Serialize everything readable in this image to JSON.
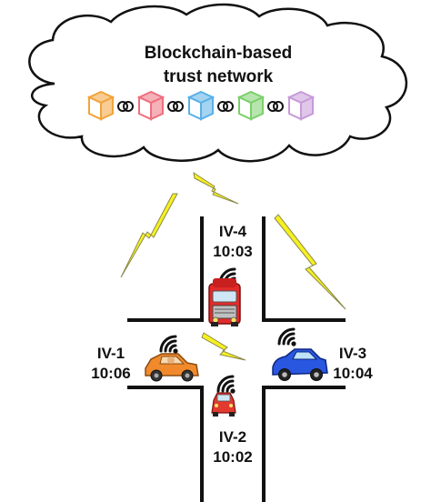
{
  "cloud": {
    "title_line1": "Blockchain-based",
    "title_line2": "trust network",
    "blocks": [
      {
        "color": "#f2a33a",
        "name": "block-orange"
      },
      {
        "color": "#ee6f7e",
        "name": "block-red"
      },
      {
        "color": "#5ab0e6",
        "name": "block-blue"
      },
      {
        "color": "#7ccf6b",
        "name": "block-green"
      },
      {
        "color": "#c79ad8",
        "name": "block-purple"
      }
    ]
  },
  "vehicles": [
    {
      "id": "IV-4",
      "time": "10:03",
      "kind": "truck",
      "color": "#e12b2b"
    },
    {
      "id": "IV-1",
      "time": "10:06",
      "kind": "car",
      "color": "#f08a2c"
    },
    {
      "id": "IV-3",
      "time": "10:04",
      "kind": "car",
      "color": "#2a57e0"
    },
    {
      "id": "IV-2",
      "time": "10:02",
      "kind": "car",
      "color": "#e23a2f"
    }
  ],
  "colors": {
    "lightning_fill": "#f7f020",
    "lightning_stroke": "#8a8a4a",
    "road": "#111111"
  }
}
